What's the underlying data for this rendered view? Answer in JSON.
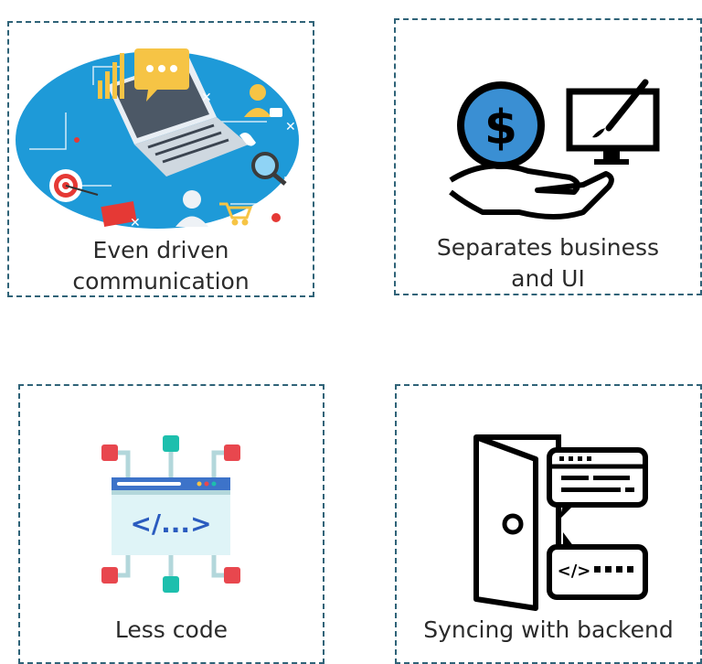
{
  "cards": [
    {
      "label_line1": "Even driven",
      "label_line2": "communication",
      "icon": "event-communication-illustration"
    },
    {
      "label_line1": "Separates business",
      "label_line2": "and UI",
      "icon": "money-hand-and-monitor-brush-icon"
    },
    {
      "label_line1": "Less code",
      "label_line2": "",
      "icon": "code-window-network-icon"
    },
    {
      "label_line1": "Syncing with backend",
      "label_line2": "",
      "icon": "door-and-chat-bubbles-icon"
    }
  ],
  "colors": {
    "border": "#2f6378",
    "accent_blue": "#2196d6",
    "coin_blue": "#3a8fd3"
  }
}
